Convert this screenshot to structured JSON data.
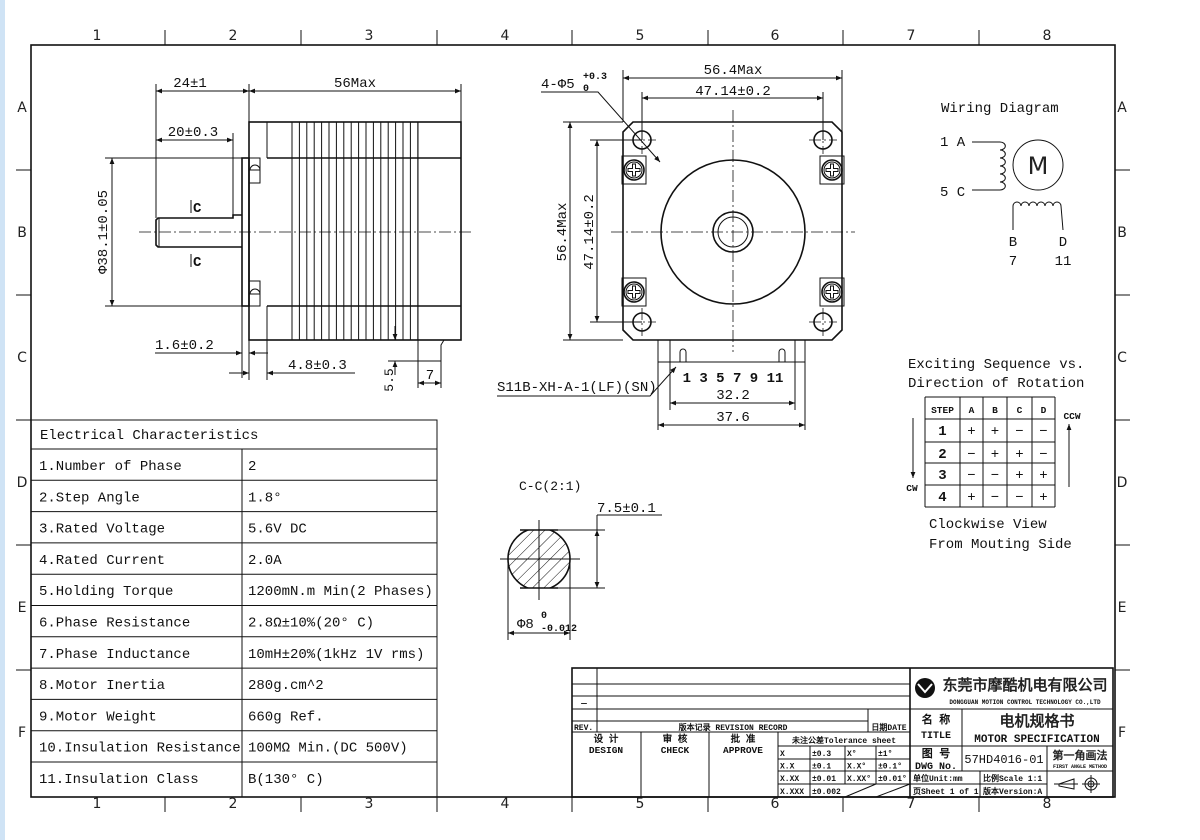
{
  "grid": {
    "cols": [
      "1",
      "2",
      "3",
      "4",
      "5",
      "6",
      "7",
      "8"
    ],
    "rows": [
      "A",
      "B",
      "C",
      "D",
      "E",
      "F"
    ]
  },
  "side_view": {
    "dim_shaft_length": "24±1",
    "dim_body_length": "56Max",
    "dim_flat_length": "20±0.3",
    "dim_pilot_dia": "Φ38.1±0.05",
    "dim_pilot_height": "1.6±0.2",
    "dim_flange": "4.8±0.3",
    "dim_connector_h": "5.5",
    "dim_connector_w": "7",
    "section_mark": "C"
  },
  "front_view": {
    "dim_width": "56.4Max",
    "dim_hole_spacing": "47.14±0.2",
    "dim_height": "56.4Max",
    "dim_hole_spacing_v": "47.14±0.2",
    "holes_label": "4-Φ5",
    "holes_tol_upper": "+0.3",
    "holes_tol_lower": "0",
    "connector_label": "S11B-XH-A-1(LF)(SN)",
    "pins": "1 3 5 7 9 11",
    "dim_pins": "32.2",
    "dim_connector": "37.6"
  },
  "section": {
    "title": "C-C(2:1)",
    "dim_flat": "7.5±0.1",
    "dim_dia": "Φ8",
    "dia_tol_upper": "0",
    "dia_tol_lower": "-0.012"
  },
  "wiring": {
    "title": "Wiring Diagram",
    "lead_a": "1 A",
    "lead_c": "5 C",
    "lead_b": "B",
    "pin_b": "7",
    "lead_d": "D",
    "pin_d": "11",
    "motor": "M"
  },
  "sequence": {
    "title_line1": "Exciting Sequence vs.",
    "title_line2": "Direction of Rotation",
    "headers": [
      "STEP",
      "A",
      "B",
      "C",
      "D"
    ],
    "rows": [
      [
        "1",
        "+",
        "+",
        "−",
        "−"
      ],
      [
        "2",
        "−",
        "+",
        "+",
        "−"
      ],
      [
        "3",
        "−",
        "−",
        "+",
        "+"
      ],
      [
        "4",
        "+",
        "−",
        "−",
        "+"
      ]
    ],
    "ccw": "CCW",
    "cw": "CW",
    "view_line1": "Clockwise View",
    "view_line2": "From Mouting Side"
  },
  "electrical": {
    "title": "Electrical Characteristics",
    "rows": [
      {
        "label": "1.Number of Phase",
        "value": "2"
      },
      {
        "label": "2.Step Angle",
        "value": "1.8°"
      },
      {
        "label": "3.Rated Voltage",
        "value": "5.6V DC"
      },
      {
        "label": "4.Rated Current",
        "value": "2.0A"
      },
      {
        "label": "5.Holding Torque",
        "value": "1200mN.m Min(2 Phases)"
      },
      {
        "label": "6.Phase Resistance",
        "value": "2.8Ω±10%(20° C)"
      },
      {
        "label": "7.Phase Inductance",
        "value": "10mH±20%(1kHz 1V rms)"
      },
      {
        "label": "8.Motor Inertia",
        "value": "280g.cm^2"
      },
      {
        "label": "9.Motor Weight",
        "value": "660g Ref."
      },
      {
        "label": "10.Insulation Resistance",
        "value": "100MΩ Min.(DC 500V)"
      },
      {
        "label": "11.Insulation Class",
        "value": "B(130° C)"
      }
    ]
  },
  "title_block": {
    "company_cn": "东莞市摩酷机电有限公司",
    "company_en": "DONGGUAN MOTION CONTROL TECHNOLOGY CO.,LTD",
    "rev_dash": "—",
    "rev": "REV.",
    "revision_record": "版本记录 REVISION RECORD",
    "date": "日期DATE",
    "design_cn": "设 计",
    "design": "DESIGN",
    "check_cn": "审 核",
    "check": "CHECK",
    "approve_cn": "批 准",
    "approve": "APPROVE",
    "tolerance_title": "未注公差Tolerance sheet",
    "tolerances": [
      [
        "X",
        "±0.3",
        "X°",
        "±1°"
      ],
      [
        "X.X",
        "±0.1",
        "X.X°",
        "±0.1°"
      ],
      [
        "X.XX",
        "±0.01",
        "X.XX°",
        "±0.01°"
      ],
      [
        "X.XXX",
        "±0.002",
        "",
        ""
      ]
    ],
    "title_cn_label": "名 称",
    "title_label": "TITLE",
    "title_cn": "电机规格书",
    "title_en": "MOTOR SPECIFICATION",
    "dwg_cn_label": "图 号",
    "dwg_label": "DWG No.",
    "dwg_no": "57HD4016-01",
    "projection_cn": "第一角画法",
    "projection_en": "FIRST ANGLE METHOD",
    "unit": "单位Unit:mm",
    "scale": "比例Scale 1:1",
    "sheet": "页Sheet 1 of 1",
    "version": "版本Version:A"
  }
}
